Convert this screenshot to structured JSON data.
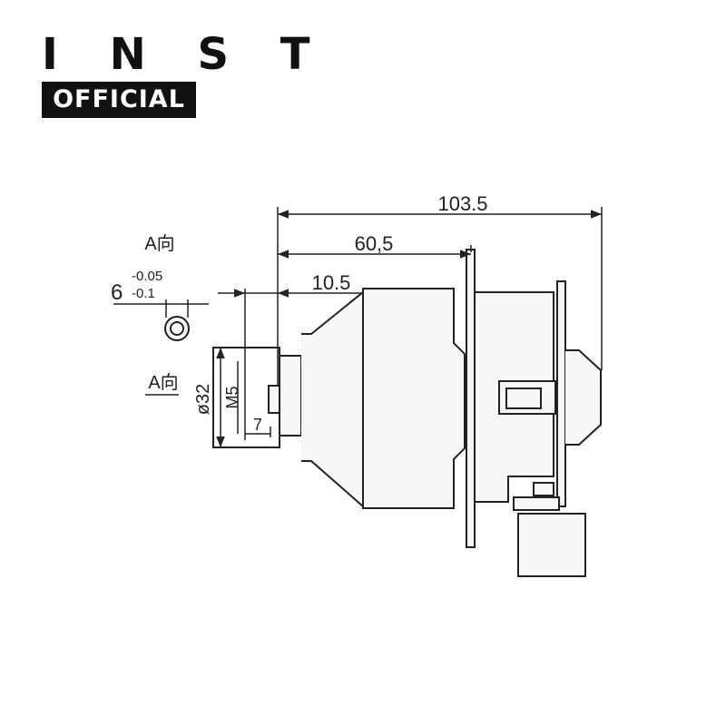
{
  "logo": {
    "line1": "I N S T",
    "line2": "OFFICIAL"
  },
  "drawing": {
    "dim_overall": "103.5",
    "dim_flange": "60,5",
    "dim_front": "10.5",
    "view_label_top": "A向",
    "view_label_side": "A向",
    "tol_nominal": "6",
    "tol_upper": "-0.05",
    "tol_lower": "-0.1",
    "dim_diameter": "ø32",
    "dim_thread": "M5",
    "dim_thread_len": "7"
  },
  "colors": {
    "ink": "#222222",
    "body_fill": "#f7f7f7",
    "logo_bg": "#111111"
  }
}
